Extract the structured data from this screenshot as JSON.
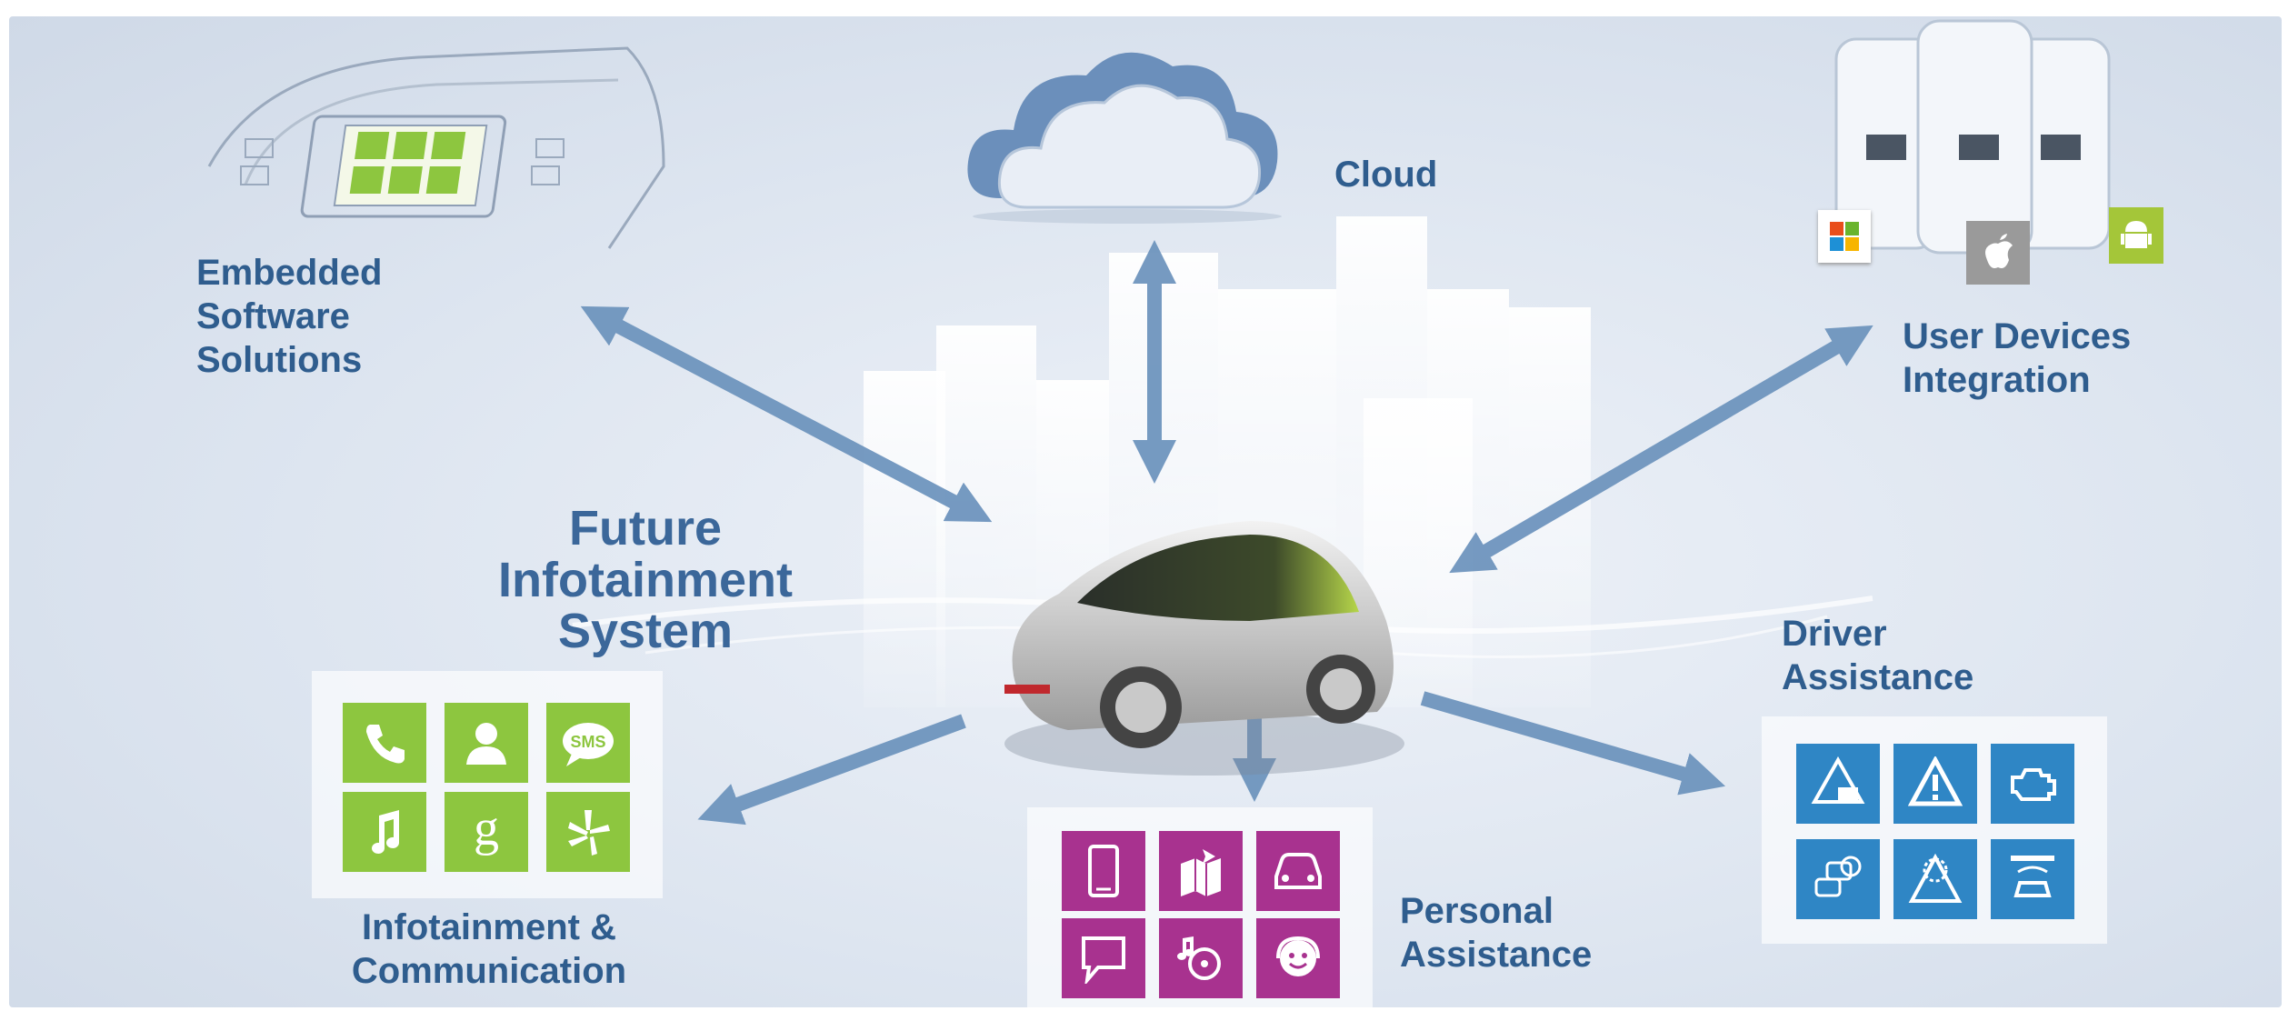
{
  "title_lines": [
    "Future",
    "Infotainment",
    "System"
  ],
  "cloud": {
    "label": "Cloud",
    "icon": "cloud-icon"
  },
  "embedded": {
    "lines": [
      "Embedded",
      "Software",
      "Solutions"
    ],
    "icon": "dashboard-screen-icon"
  },
  "user_devices": {
    "lines": [
      "User Devices",
      "Integration"
    ],
    "icons": [
      "smartphone-icon",
      "windows-icon",
      "apple-icon",
      "android-icon"
    ]
  },
  "driver_assistance": {
    "lines": [
      "Driver",
      "Assistance"
    ],
    "tile_color": "#2f86c5",
    "icons": [
      "lane-warning-icon",
      "warning-triangle-icon",
      "engine-icon",
      "traffic-jam-icon",
      "speed-sign-icon",
      "car-sensor-icon"
    ]
  },
  "infotainment": {
    "lines": [
      "Infotainment &",
      "Communication"
    ],
    "tile_color": "#8dc63f",
    "icons": [
      "phone-icon",
      "contact-icon",
      "sms-icon",
      "music-icon",
      "google-icon",
      "yelp-icon"
    ],
    "sms_text": "SMS",
    "g_text": "g"
  },
  "personal_assistance": {
    "lines": [
      "Personal",
      "Assistance"
    ],
    "tile_color": "#a8328f",
    "icons": [
      "smartphone-icon",
      "map-icon",
      "car-icon",
      "chat-bubble-icon",
      "media-icon",
      "assistant-icon"
    ]
  },
  "colors": {
    "label": "#2f5d8e",
    "arrow": "#6f95be",
    "background": "#dde5f0"
  }
}
